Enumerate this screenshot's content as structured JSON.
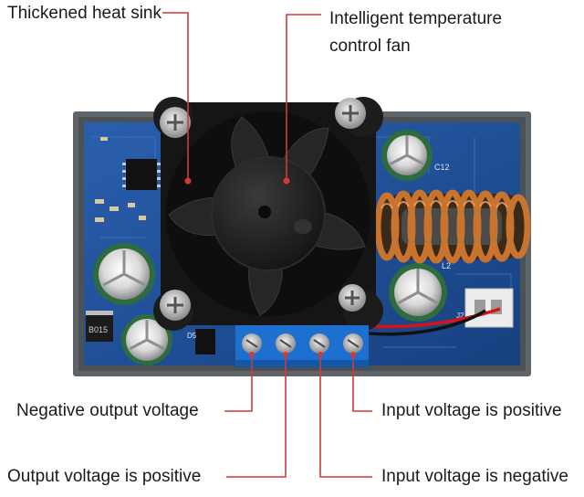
{
  "labels": {
    "heat_sink": "Thickened heat sink",
    "fan_line1": "Intelligent temperature",
    "fan_line2": "control fan",
    "negative_output": "Negative output voltage",
    "positive_output": "Output voltage is positive",
    "positive_input": "Input voltage is positive",
    "negative_input": "Input voltage is negative"
  },
  "board_markings": {
    "c12": "C12",
    "l2": "L2",
    "j2": "J2",
    "d5": "D5",
    "diode": "B015"
  },
  "colors": {
    "pointer_line": "#d23a3a",
    "pcb_blue": "#1f4f9c",
    "terminal_blue": "#1d6fd0",
    "coil_copper": "#c8742e",
    "fan_black": "#151515"
  },
  "icons": [
    "cooling-fan-icon",
    "copper-inductor-coil-icon",
    "capacitor-icon",
    "screw-terminal-icon"
  ]
}
